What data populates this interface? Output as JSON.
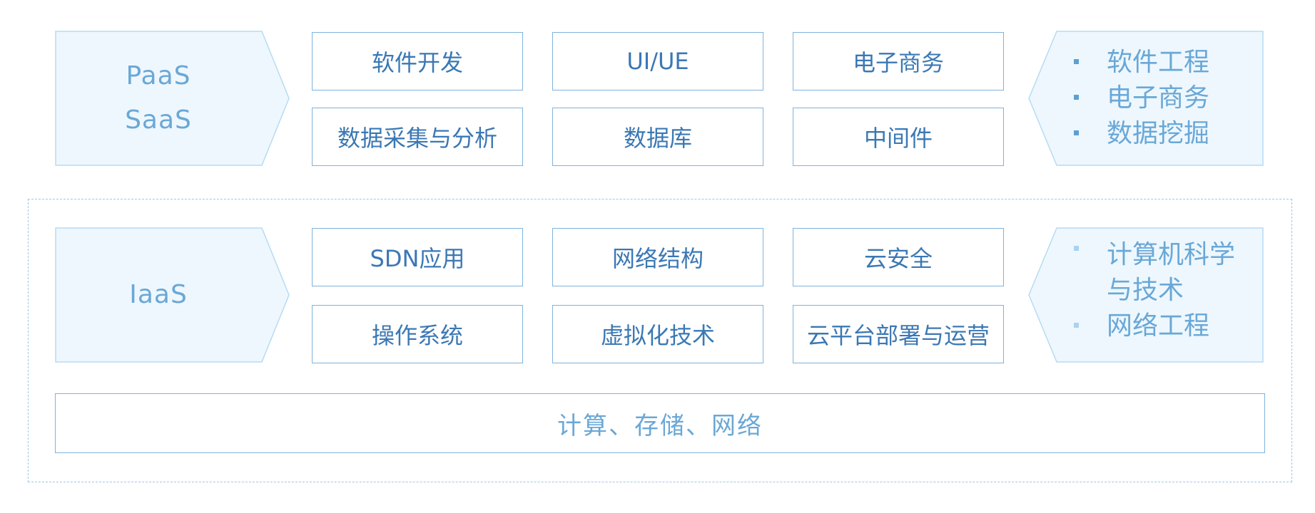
{
  "paas_section": {
    "left_label_lines": [
      "PaaS",
      "SaaS"
    ],
    "boxes": [
      "软件开发",
      "UI/UE",
      "电子商务",
      "数据采集与分析",
      "数据库",
      "中间件"
    ],
    "right_items": [
      "软件工程",
      "电子商务",
      "数据挖掘"
    ]
  },
  "iaas_section": {
    "left_label_lines": [
      "IaaS"
    ],
    "boxes": [
      "SDN应用",
      "网络结构",
      "云安全",
      "操作系统",
      "虚拟化技术",
      "云平台部署与运营"
    ],
    "right_items": [
      "计算机科学与技术",
      "网络工程"
    ],
    "base_bar": "计算、存储、网络"
  },
  "colors": {
    "arrow_fill": "#eef7fe",
    "arrow_stroke": "#b6dbf4",
    "box_border": "#7fb3dc",
    "box_text": "#3b78b4",
    "light_text": "#6aa8d6"
  }
}
